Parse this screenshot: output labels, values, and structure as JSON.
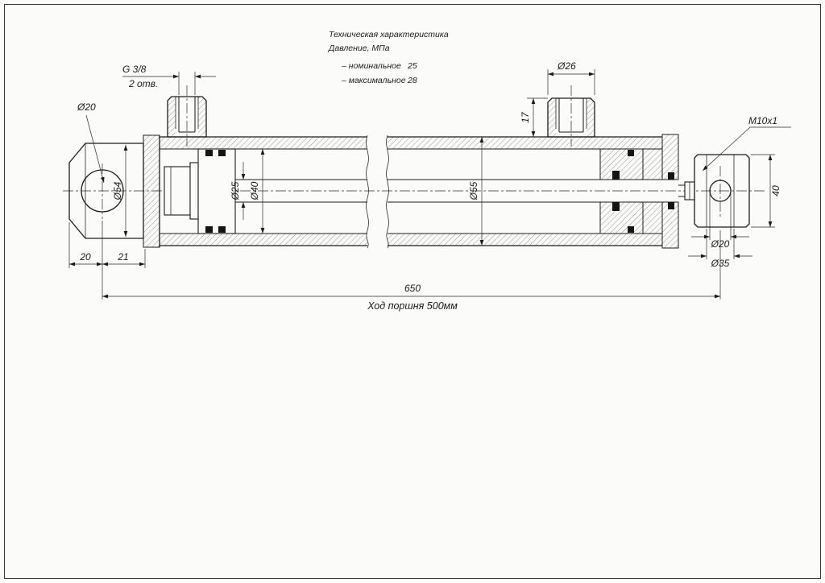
{
  "page": {
    "background": "#fbfbfa",
    "line_color": "#1c1c1c"
  },
  "tech_spec": {
    "title": "Техническая характеристика",
    "pressure_label": "Давление, МПа",
    "rows": [
      {
        "label": "– номинальное",
        "value": "25"
      },
      {
        "label": "– максимальное",
        "value": "28"
      }
    ]
  },
  "dimensions": {
    "port_thread": "G 3/8",
    "port_count": "2 отв.",
    "left_eye_hole_dia": "Ø20",
    "left_eye_dia": "Ø54",
    "rod_dia": "Ø25",
    "bore_dia": "Ø40",
    "tube_dia": "Ø55",
    "port_boss_dia": "Ø26",
    "port_boss_height": "17",
    "rod_thread": "M10x1",
    "rod_eye_width": "40",
    "rod_eye_hole_dia": "Ø20",
    "rod_eye_boss_dia": "Ø35",
    "eye_edge_to_hole": "20",
    "hole_to_tube_face": "21",
    "overall_length": "650",
    "stroke_note": "Ход поршня 500мм"
  }
}
